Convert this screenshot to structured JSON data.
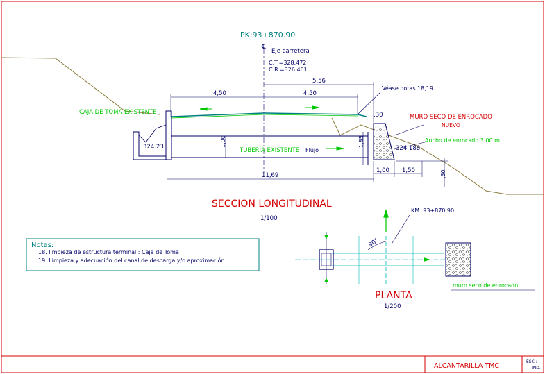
{
  "pk_label": "PK:93+870.90",
  "eje_label": "Eje carretera",
  "ct_label": "C.T.=328.472",
  "cr_label": "C.R.=326.461",
  "dim_left": "4,50",
  "dim_right": "4,50",
  "dim_556": "5,56",
  "dim_1169": "11,69",
  "dim_100_left": "1,00",
  "dim_185": "1,85",
  "dim_100_bottom": "1,00",
  "dim_150": "1,50",
  "dim_30_top": ",30",
  "dim_30_side": ",30",
  "elev_left": "324.23",
  "elev_right": "324.188",
  "caja_label": "CAJA DE TOMA EXISTENTE",
  "tuberia_label": "TUBERIA EXISTENTE",
  "flujo_label": "Flujo",
  "vease_label": "Véase notas 18,19",
  "muro_label": "MURO SECO DE ENROCADO",
  "nuevo_label": "NUEVO",
  "ancho_label": "Ancho de enrocado 3.00 m.",
  "seccion_title": "SECCION LONGITUDINAL",
  "seccion_scale": "1/100",
  "notes_title": "Notas:",
  "notes": [
    "18. limpieza de estructura terminal : Caja de Toma",
    "19. Limpieza y adecuación del canal de descarga y/o aproximación"
  ],
  "km_label": "KM. 93+870.90",
  "angle_label": "90°",
  "planta_title": "PLANTA",
  "planta_scale": "1/200",
  "muro_planta_label": "muro seco de enrocado",
  "footer_title": "ALCANTARILLA TMC",
  "esc_label": "ESC.:",
  "ind_label": "IND.",
  "axis_symbol": "℄",
  "colors": {
    "red": "#d40000",
    "green": "#00c800",
    "teal": "#008080",
    "navy": "#000066",
    "olive": "#8a7a3a",
    "cyan": "#00b8b8"
  }
}
